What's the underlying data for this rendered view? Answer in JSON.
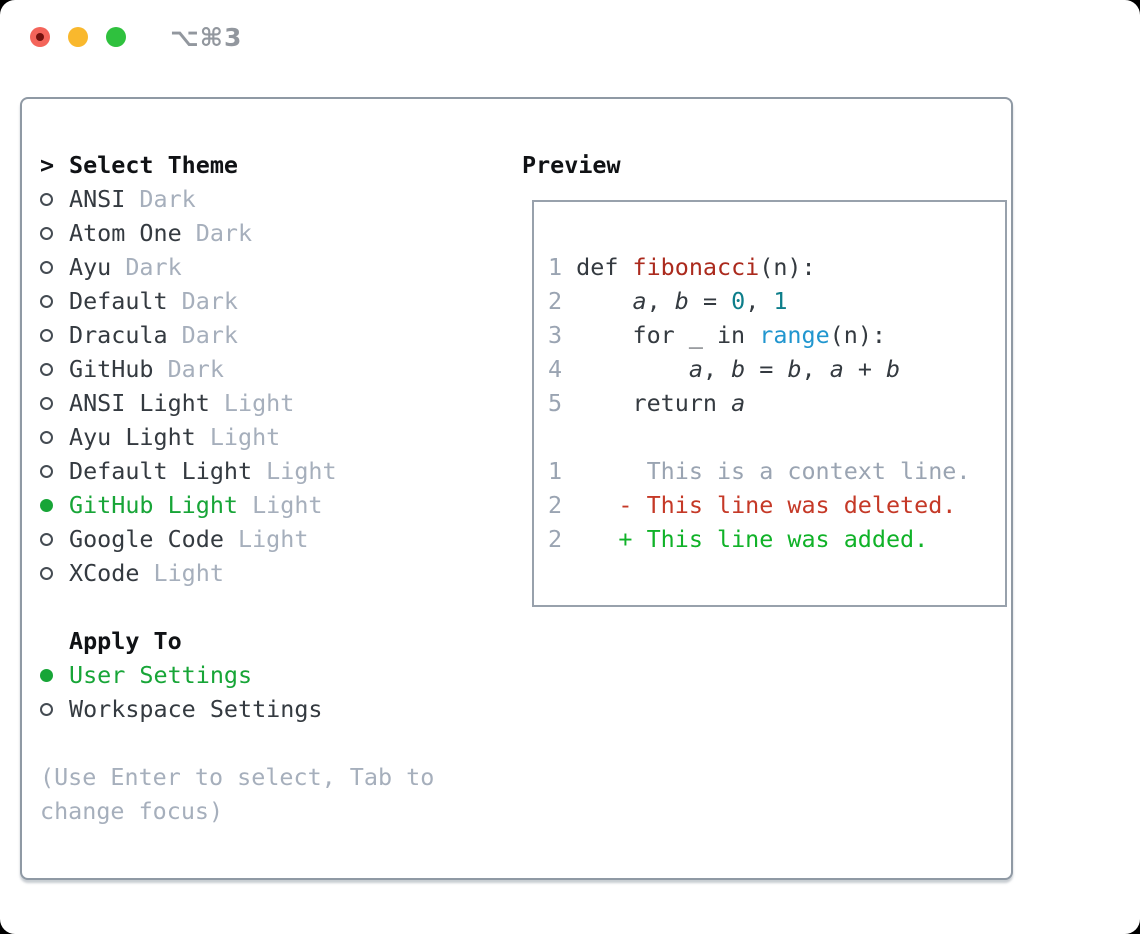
{
  "window": {
    "title_shortcut": "⌥⌘3",
    "traffic_lights": [
      {
        "name": "close",
        "color": "#f4645a",
        "dot": "#73120e"
      },
      {
        "name": "minimize",
        "color": "#f9b82d"
      },
      {
        "name": "zoom",
        "color": "#2fc13e"
      }
    ]
  },
  "colors": {
    "selection_green": "#17a537",
    "added_green": "#10b228",
    "deleted_red": "#c53927",
    "function_red": "#ab2a1d",
    "number_teal": "#0d7e8a",
    "call_blue": "#2196cf",
    "dim_gray": "#a6afbc",
    "text_dark": "#343a40",
    "border_gray": "#8f99a4"
  },
  "left": {
    "header": {
      "cursor": ">",
      "label": "Select Theme"
    },
    "themes": [
      {
        "name": "ANSI",
        "tag": "Dark",
        "selected": false
      },
      {
        "name": "Atom One",
        "tag": "Dark",
        "selected": false
      },
      {
        "name": "Ayu",
        "tag": "Dark",
        "selected": false
      },
      {
        "name": "Default",
        "tag": "Dark",
        "selected": false
      },
      {
        "name": "Dracula",
        "tag": "Dark",
        "selected": false
      },
      {
        "name": "GitHub",
        "tag": "Dark",
        "selected": false
      },
      {
        "name": "ANSI Light",
        "tag": "Light",
        "selected": false
      },
      {
        "name": "Ayu Light",
        "tag": "Light",
        "selected": false
      },
      {
        "name": "Default Light",
        "tag": "Light",
        "selected": false
      },
      {
        "name": "GitHub Light",
        "tag": "Light",
        "selected": true
      },
      {
        "name": "Google Code",
        "tag": "Light",
        "selected": false
      },
      {
        "name": "XCode",
        "tag": "Light",
        "selected": false
      }
    ],
    "apply": {
      "label": "Apply To",
      "options": [
        {
          "name": "User Settings",
          "selected": true
        },
        {
          "name": "Workspace Settings",
          "selected": false
        }
      ]
    },
    "hint": "(Use Enter to select, Tab to change focus)"
  },
  "preview": {
    "title": "Preview",
    "code": [
      {
        "num": "1",
        "segs": [
          {
            "t": "def ",
            "c": "plain"
          },
          {
            "t": "fibonacci",
            "c": "func"
          },
          {
            "t": "(n):",
            "c": "plain"
          }
        ]
      },
      {
        "num": "2",
        "segs": [
          {
            "t": "    ",
            "c": "plain"
          },
          {
            "t": "a",
            "c": "var"
          },
          {
            "t": ", ",
            "c": "plain"
          },
          {
            "t": "b",
            "c": "var"
          },
          {
            "t": " = ",
            "c": "plain"
          },
          {
            "t": "0",
            "c": "num"
          },
          {
            "t": ", ",
            "c": "plain"
          },
          {
            "t": "1",
            "c": "num"
          }
        ]
      },
      {
        "num": "3",
        "segs": [
          {
            "t": "    for _ in ",
            "c": "plain"
          },
          {
            "t": "range",
            "c": "call"
          },
          {
            "t": "(n):",
            "c": "plain"
          }
        ]
      },
      {
        "num": "4",
        "segs": [
          {
            "t": "        ",
            "c": "plain"
          },
          {
            "t": "a",
            "c": "var"
          },
          {
            "t": ", ",
            "c": "plain"
          },
          {
            "t": "b",
            "c": "var"
          },
          {
            "t": " = ",
            "c": "plain"
          },
          {
            "t": "b",
            "c": "var"
          },
          {
            "t": ", ",
            "c": "plain"
          },
          {
            "t": "a",
            "c": "var"
          },
          {
            "t": " + ",
            "c": "plain"
          },
          {
            "t": "b",
            "c": "var"
          }
        ]
      },
      {
        "num": "5",
        "segs": [
          {
            "t": "    return ",
            "c": "plain"
          },
          {
            "t": "a",
            "c": "var"
          }
        ]
      }
    ],
    "diff": [
      {
        "num": "1",
        "segs": [
          {
            "t": "     This is a context line.",
            "c": "context"
          }
        ]
      },
      {
        "num": "2",
        "segs": [
          {
            "t": "   ",
            "c": "plain"
          },
          {
            "t": "- This line was deleted.",
            "c": "deleted"
          }
        ]
      },
      {
        "num": "2",
        "segs": [
          {
            "t": "   ",
            "c": "plain"
          },
          {
            "t": "+ This line was added.",
            "c": "added"
          }
        ]
      }
    ]
  }
}
